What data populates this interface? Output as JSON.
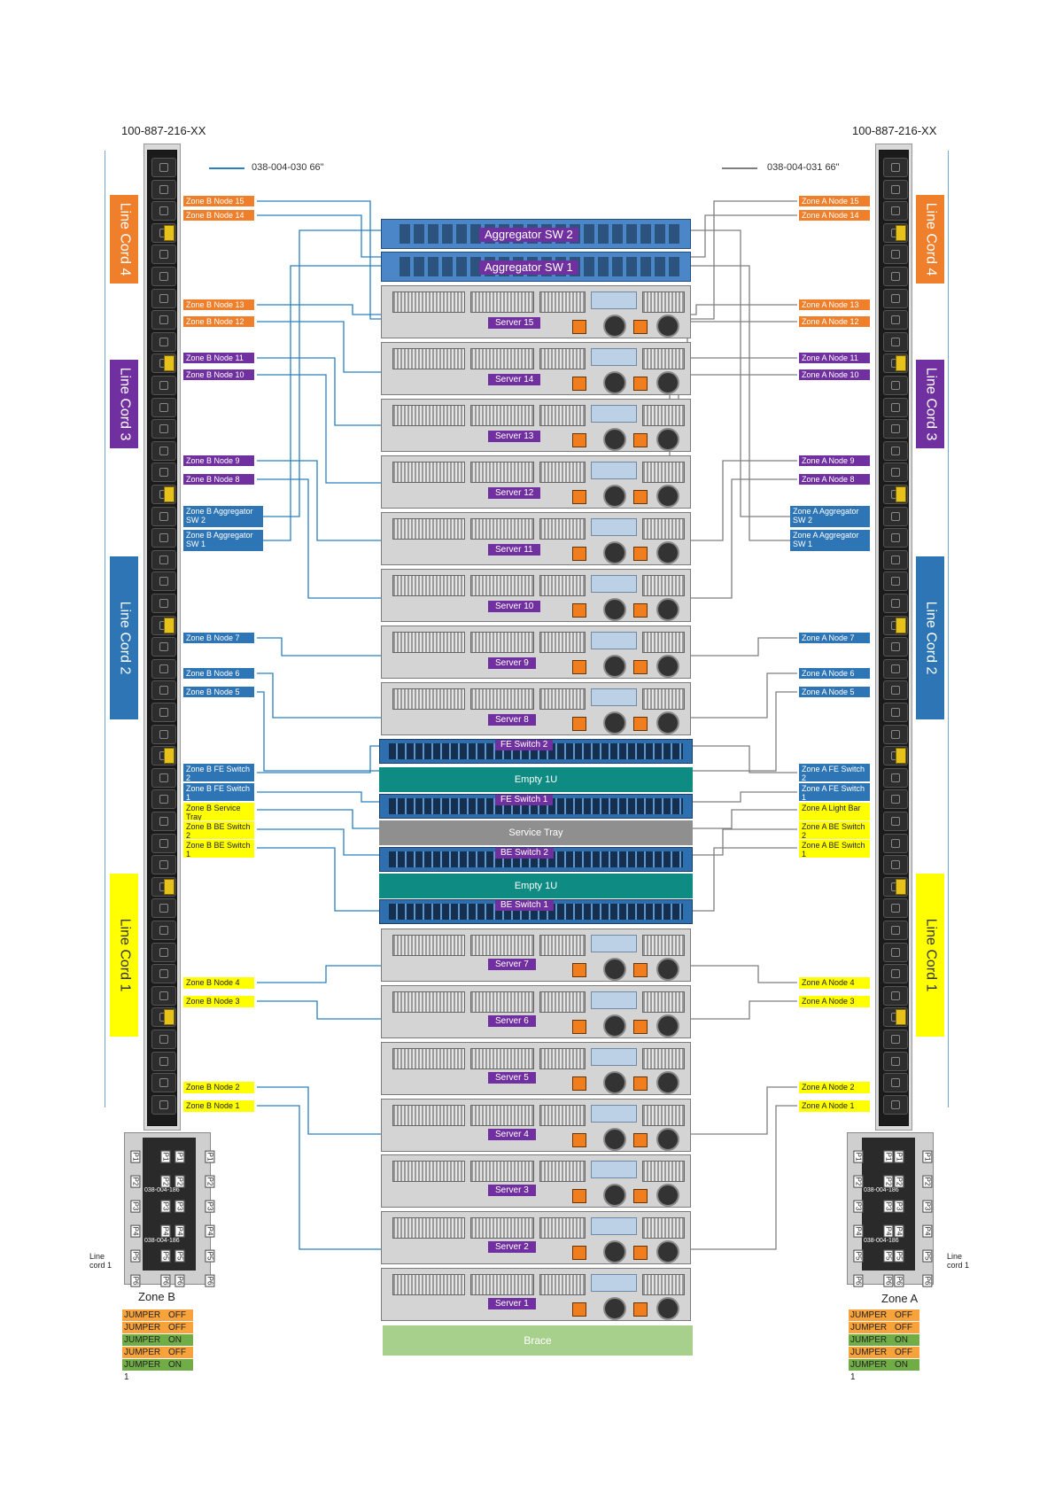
{
  "part_numbers": {
    "left": "100-887-216-XX",
    "right": "100-887-216-XX"
  },
  "legend": {
    "left": "038-004-030 66\"",
    "right": "038-004-031 66\""
  },
  "line_cords": {
    "lc4": "Line Cord 4",
    "lc3": "Line Cord 3",
    "lc2": "Line Cord 2",
    "lc1": "Line Cord 1"
  },
  "zone_b_labels": {
    "n15": "Zone B Node 15",
    "n14": "Zone B Node 14",
    "n13": "Zone B Node 13",
    "n12": "Zone B Node 12",
    "n11": "Zone B Node 11",
    "n10": "Zone B Node 10",
    "n9": "Zone B Node 9",
    "n8": "Zone B Node 8",
    "agg2": "Zone B Aggregator SW 2",
    "agg1": "Zone B Aggregator SW 1",
    "n7": "Zone B Node 7",
    "n6": "Zone B Node 6",
    "n5": "Zone B Node 5",
    "fe2": "Zone B FE Switch 2",
    "fe1": "Zone B FE Switch 1",
    "tray": "Zone B Service Tray",
    "be2": "Zone B BE Switch 2",
    "be1": "Zone B BE Switch 1",
    "n4": "Zone B Node 4",
    "n3": "Zone B Node 3",
    "n2": "Zone B Node 2",
    "n1": "Zone B Node 1"
  },
  "zone_a_labels": {
    "n15": "Zone A Node 15",
    "n14": "Zone A Node 14",
    "n13": "Zone A Node 13",
    "n12": "Zone A Node 12",
    "n11": "Zone A Node 11",
    "n10": "Zone A Node 10",
    "n9": "Zone A Node 9",
    "n8": "Zone A Node 8",
    "agg2": "Zone A Aggregator SW 2",
    "agg1": "Zone A Aggregator SW 1",
    "n7": "Zone A Node 7",
    "n6": "Zone A Node 6",
    "n5": "Zone A Node 5",
    "fe2": "Zone A FE Switch 2",
    "fe1": "Zone A FE Switch 1",
    "light": "Zone A Light Bar",
    "be2": "Zone A BE Switch 2",
    "be1": "Zone A BE Switch 1",
    "n4": "Zone A Node 4",
    "n3": "Zone A Node 3",
    "n2": "Zone A Node 2",
    "n1": "Zone A Node 1"
  },
  "rack": {
    "agg2": "Aggregator SW 2",
    "agg1": "Aggregator SW 1",
    "s15": "Server 15",
    "s14": "Server 14",
    "s13": "Server 13",
    "s12": "Server 12",
    "s11": "Server 11",
    "s10": "Server 10",
    "s9": "Server 9",
    "s8": "Server 8",
    "fe2": "FE Switch 2",
    "empty_top": "Empty 1U",
    "fe1": "FE Switch 1",
    "tray": "Service Tray",
    "be2": "BE Switch 2",
    "empty_bot": "Empty 1U",
    "be1": "BE Switch 1",
    "s7": "Server 7",
    "s6": "Server 6",
    "s5": "Server 5",
    "s4": "Server 4",
    "s3": "Server 3",
    "s2": "Server 2",
    "s1": "Server 1",
    "brace": "Brace"
  },
  "bottom": {
    "lc4": "Line cord 4",
    "lc3": "Line cord 3",
    "lc2": "Line cord 2",
    "lc1": "Line cord 1",
    "p_labels": [
      "P6",
      "P5",
      "P4",
      "P3",
      "P2",
      "P1"
    ],
    "cable": "038-004-186",
    "zone_b": "Zone B",
    "zone_a": "Zone A"
  },
  "jumpers": [
    {
      "name": "JUMPER 5",
      "state": "OFF"
    },
    {
      "name": "JUMPER 4",
      "state": "OFF"
    },
    {
      "name": "JUMPER 3",
      "state": "ON"
    },
    {
      "name": "JUMPER 2",
      "state": "OFF"
    },
    {
      "name": "JUMPER 1",
      "state": "ON"
    }
  ],
  "colors": {
    "orange": "#ef7f2b",
    "purple": "#7030a0",
    "blue": "#2e75b6",
    "yellow": "#ffff00",
    "teal": "#0e8b82",
    "cable_blue": "#2a7fc0",
    "cable_gray": "#7f7f7f"
  }
}
